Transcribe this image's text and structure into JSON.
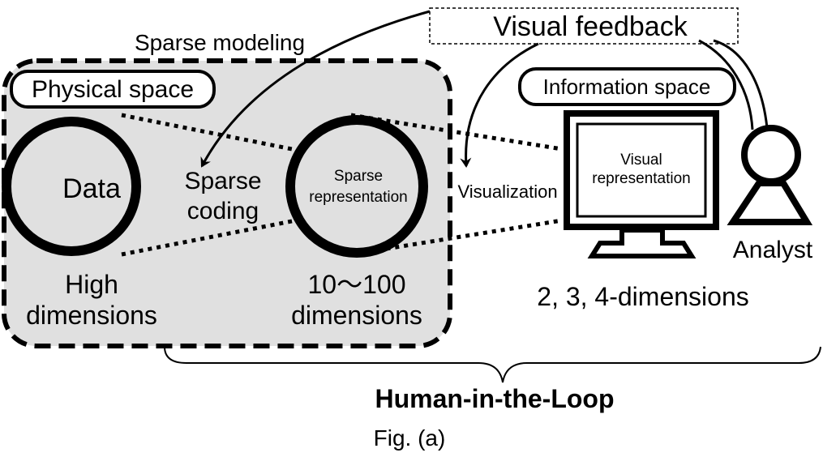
{
  "labels": {
    "visual_feedback": "Visual feedback",
    "sparse_modeling": "Sparse modeling",
    "physical_space": "Physical space",
    "information_space": "Information space",
    "data": "Data",
    "sparse_coding_line1": "Sparse",
    "sparse_coding_line2": "coding",
    "sparse_repr_line1": "Sparse",
    "sparse_repr_line2": "representation",
    "visualization": "Visualization",
    "visual_repr_line1": "Visual",
    "visual_repr_line2": "representation",
    "analyst": "Analyst",
    "high_dim_line1": "High",
    "high_dim_line2": "dimensions",
    "mid_dim_line1": "10～100",
    "mid_dim_line2": "dimensions",
    "low_dim": "2, 3, 4-dimensions",
    "human_in_the_loop": "Human-in-the-Loop",
    "figure_caption": "Fig. (a)"
  },
  "colors": {
    "physical_region_fill": "#e0e0e0",
    "stroke": "#000000",
    "background": "#ffffff"
  }
}
